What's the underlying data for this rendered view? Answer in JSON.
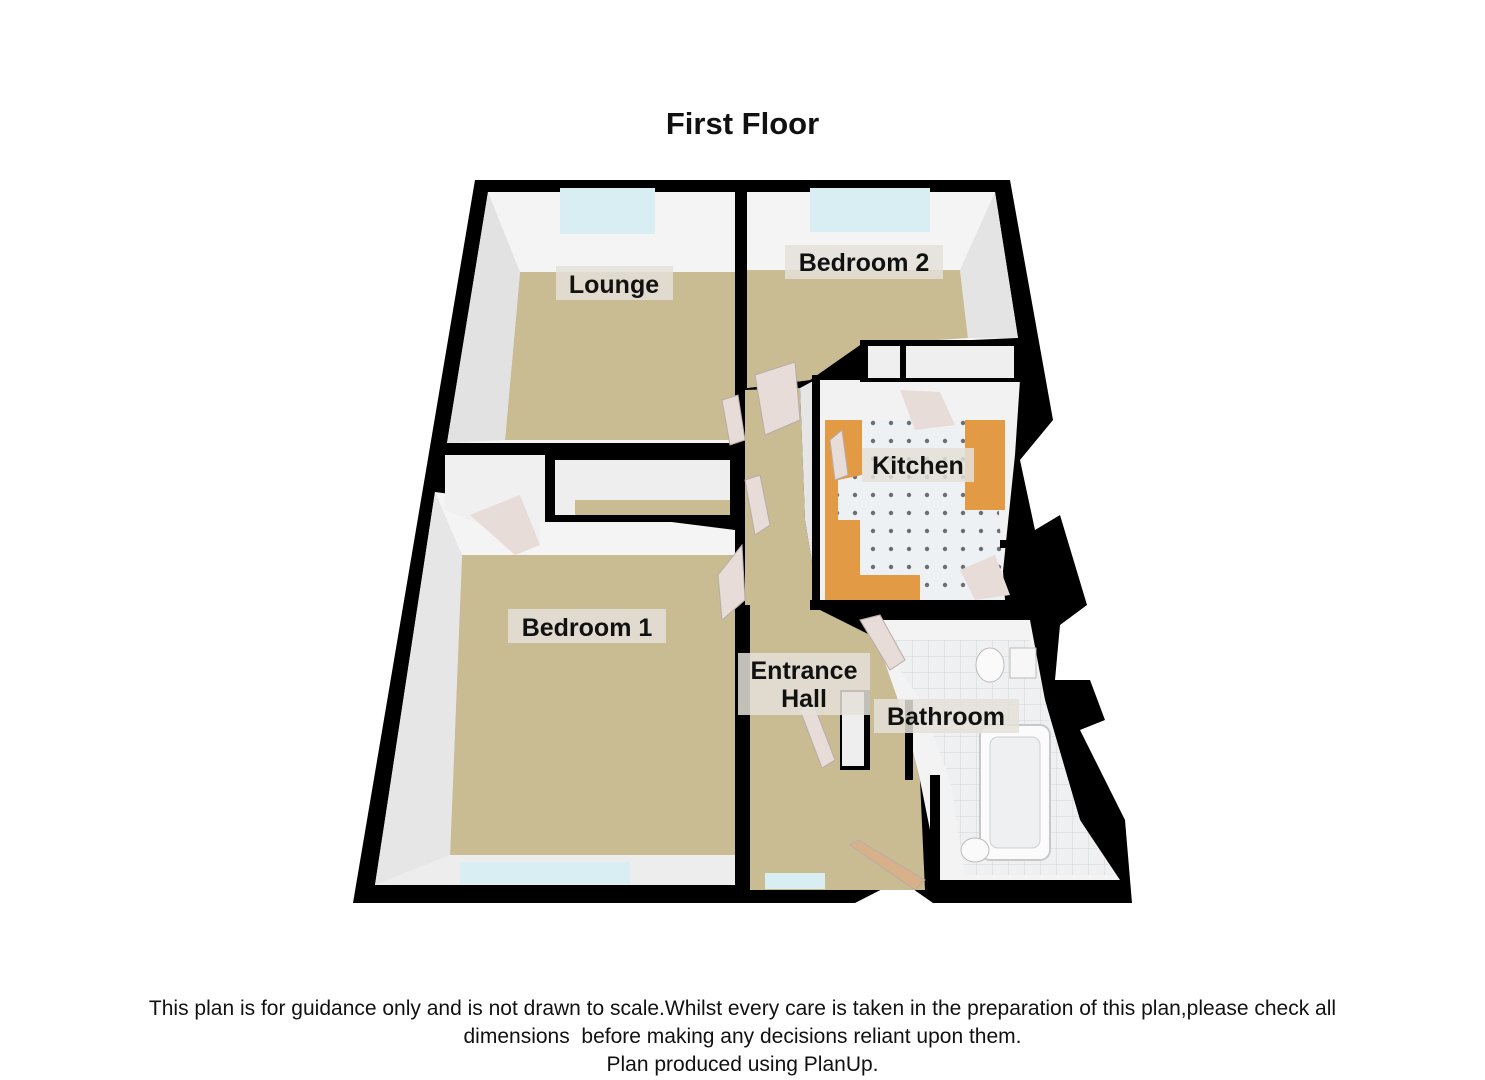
{
  "title": "First Floor",
  "rooms": {
    "lounge": "Lounge",
    "bedroom2": "Bedroom 2",
    "kitchen": "Kitchen",
    "bedroom1": "Bedroom 1",
    "entrance_hall_line1": "Entrance",
    "entrance_hall_line2": "Hall",
    "bathroom": "Bathroom"
  },
  "disclaimer": {
    "line1": "This plan is for guidance only and is not drawn to scale.Whilst every care is taken in the preparation of this plan,please check all",
    "line2": "dimensions  before making any decisions reliant upon them.",
    "line3": "Plan produced using PlanUp."
  },
  "colors": {
    "wall": "#000000",
    "carpet": "#c9bb92",
    "inner_wall": "#f2f2f2",
    "worktop": "#e39a45",
    "tile": "#e8ecef",
    "window": "#cfeaf0"
  }
}
